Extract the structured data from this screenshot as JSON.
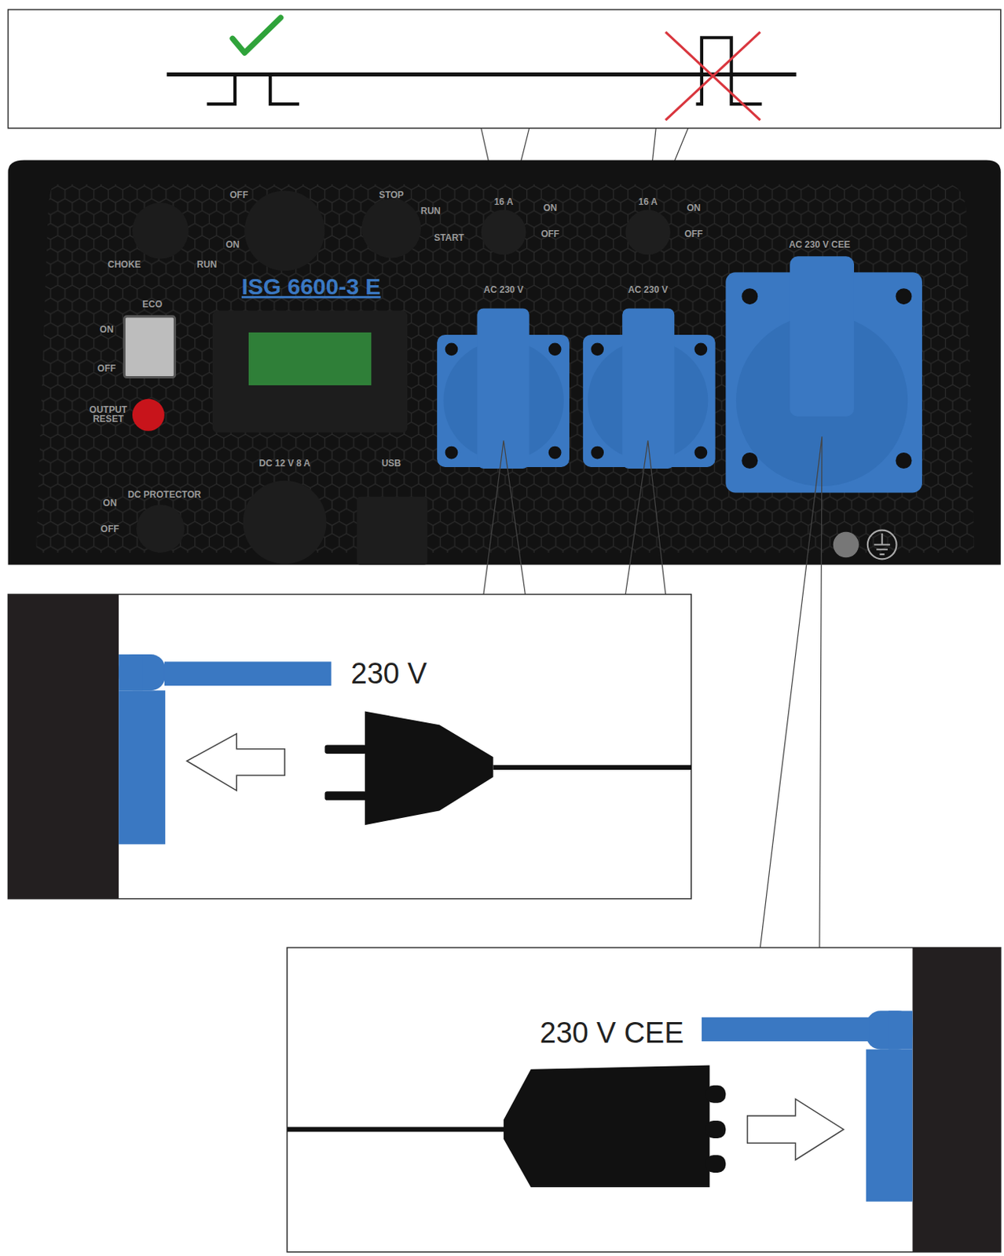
{
  "diagram": {
    "labels": [
      "OFF",
      "ON",
      "CHOKE",
      "RUN",
      "STOP",
      "RUN",
      "START",
      "16 A",
      "ON",
      "OFF",
      "16 A",
      "ON",
      "OFF",
      "ISG 6600-3 E",
      "AC 230 V CEE",
      "AC 230 V",
      "AC 230 V",
      "ECO",
      "ON",
      "OFF",
      "OUTPUT RESET",
      "DC 12 V 8 A",
      "USB",
      "DC PROTECTOR",
      "ON",
      "OFF",
      "230 V",
      "230 V CEE"
    ]
  }
}
